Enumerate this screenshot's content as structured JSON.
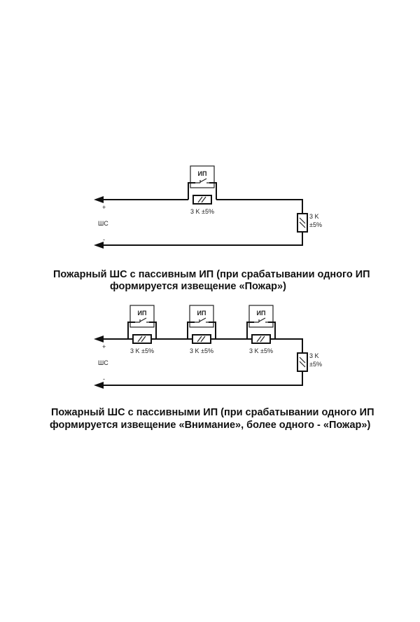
{
  "diagram1": {
    "detector_label": "ИП",
    "resistor_label": "3 K ±5%",
    "end_resistor_label_1": "3 K",
    "end_resistor_label_2": "±5%",
    "plus": "+",
    "minus": "-",
    "loop_label": "ШС",
    "caption_line1": "Пожарный ШС с пассивным ИП (при срабатывании одного ИП",
    "caption_line2": "формируется извещение «Пожар»)"
  },
  "diagram2": {
    "detectors": [
      {
        "label": "ИП",
        "resistor_label": "3 K ±5%"
      },
      {
        "label": "ИП",
        "resistor_label": "3 K ±5%"
      },
      {
        "label": "ИП",
        "resistor_label": "3 K ±5%"
      }
    ],
    "end_resistor_label_1": "3 K",
    "end_resistor_label_2": "±5%",
    "plus": "+",
    "minus": "-",
    "loop_label": "ШС",
    "caption_line1": "Пожарный ШС с пассивными ИП (при срабатывании одного ИП",
    "caption_line2": "формируется извещение «Внимание», более одного - «Пожар»)"
  }
}
